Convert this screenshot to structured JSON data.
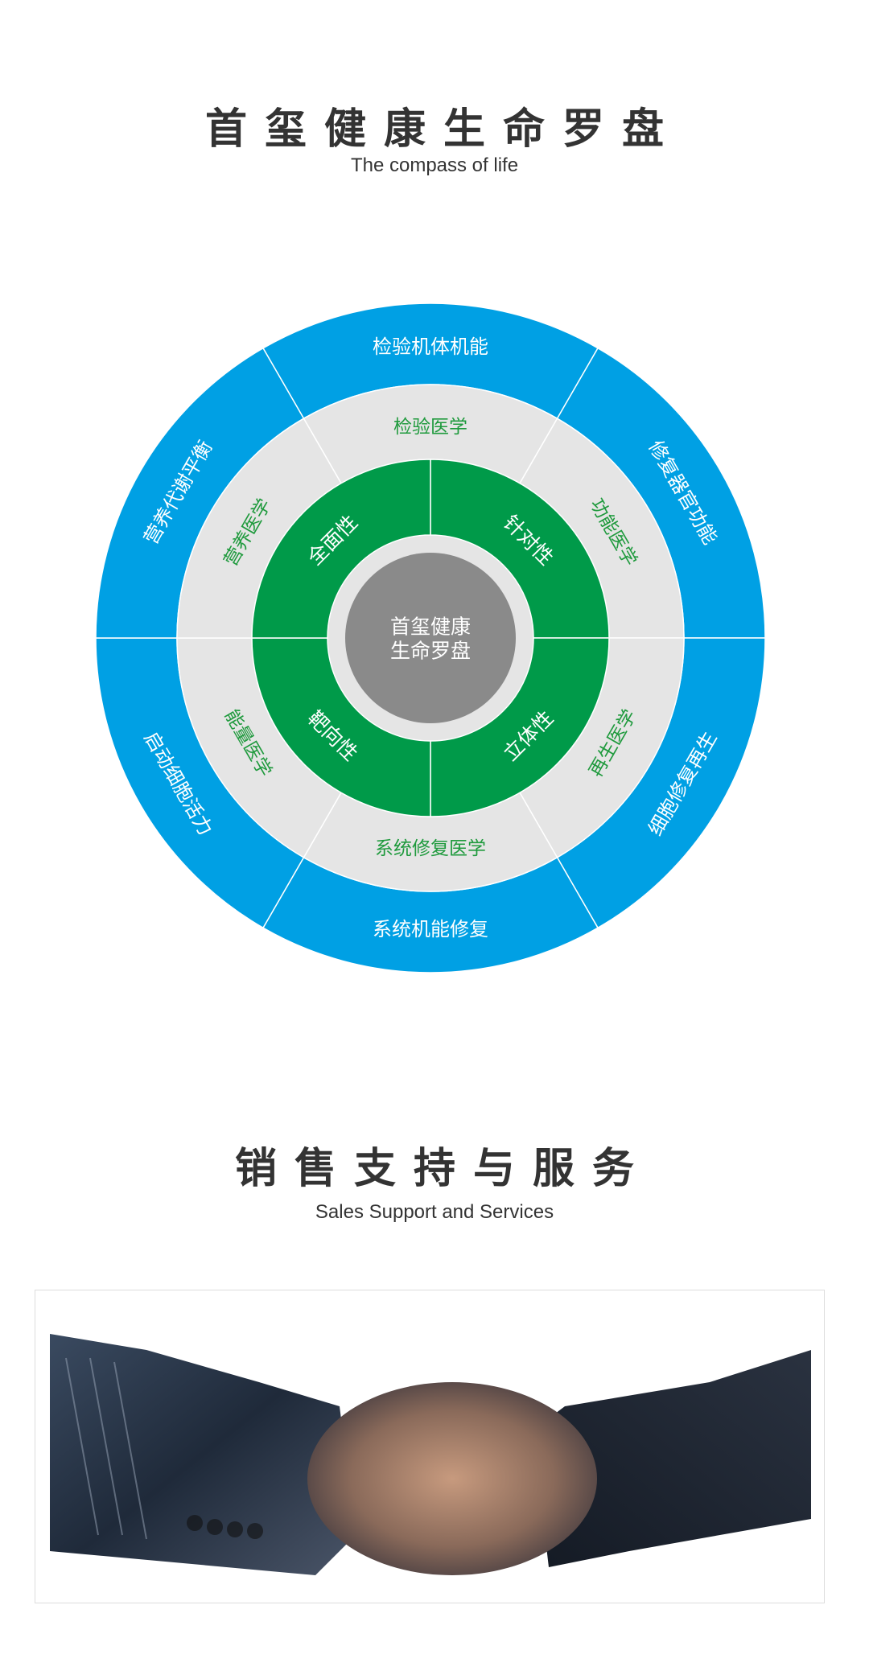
{
  "section1": {
    "title": "首玺健康生命罗盘",
    "subtitle": "The compass of life"
  },
  "compass": {
    "center": [
      "首玺健康",
      "生命罗盘"
    ],
    "outer": [
      "检验机体机能",
      "修复器官功能",
      "细胞修复再生",
      "系统机能修复",
      "启动细胞活力",
      "营养代谢平衡"
    ],
    "middle": [
      "检验医学",
      "功能医学",
      "再生医学",
      "系统修复医学",
      "能量医学",
      "营养医学"
    ],
    "inner": [
      "针对性",
      "立体性",
      "靶向性",
      "全面性"
    ],
    "colors": {
      "outer": "#00a0e4",
      "middle": "#e5e5e5",
      "inner": "#009a49",
      "core": "#8a8a8a",
      "middle_text": "#1f9a3d"
    }
  },
  "section2": {
    "title": "销售支持与服务",
    "subtitle": "Sales Support and Services"
  }
}
